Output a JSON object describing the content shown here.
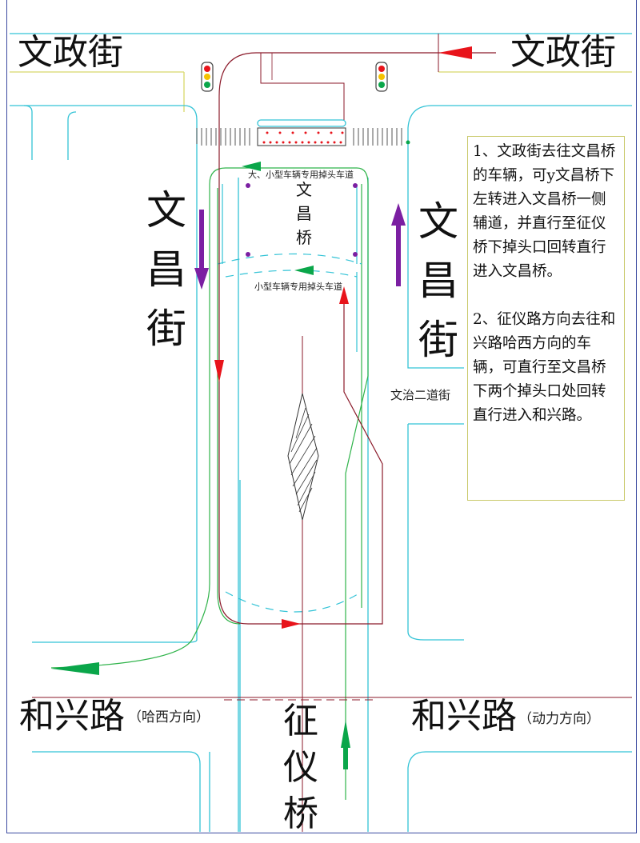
{
  "streets": {
    "wenzheng_left": "文政街",
    "wenzheng_right": "文政街",
    "wenchang_left": [
      "文",
      "昌",
      "街"
    ],
    "wenchang_right": [
      "文",
      "昌",
      "街"
    ],
    "wenzhi": "文治二道街",
    "hexing_left": "和兴路",
    "hexing_left_dir": "（哈西方向）",
    "hexing_right": "和兴路",
    "hexing_right_dir": "（动力方向）",
    "zhengyi": [
      "征",
      "仪",
      "桥"
    ]
  },
  "bridge": {
    "name": [
      "文",
      "昌",
      "桥"
    ],
    "upper_lane": "大、小型车辆专用掉头车道",
    "lower_lane": "小型车辆专用掉头车道"
  },
  "notes": {
    "note1": "1、文政街去往文昌桥的车辆，可y文昌桥下左转进入文昌桥一侧辅道，并直行至征仪桥下掉头口回转直行进入文昌桥。",
    "note2": "2、征仪路方向去往和兴路哈西方向的车辆，可直行至文昌桥下两个掉头口处回转直行进入和兴路。",
    "legend1_color": "#e8141b",
    "legend2_color": "#0aa64a"
  },
  "colors": {
    "road_cyan": "#33c3d6",
    "road_green": "#2fb34a",
    "route_dark_red": "#8b1a2a",
    "arrow_purple": "#7b1fa2",
    "traffic_light": "traffic-light-icon"
  }
}
